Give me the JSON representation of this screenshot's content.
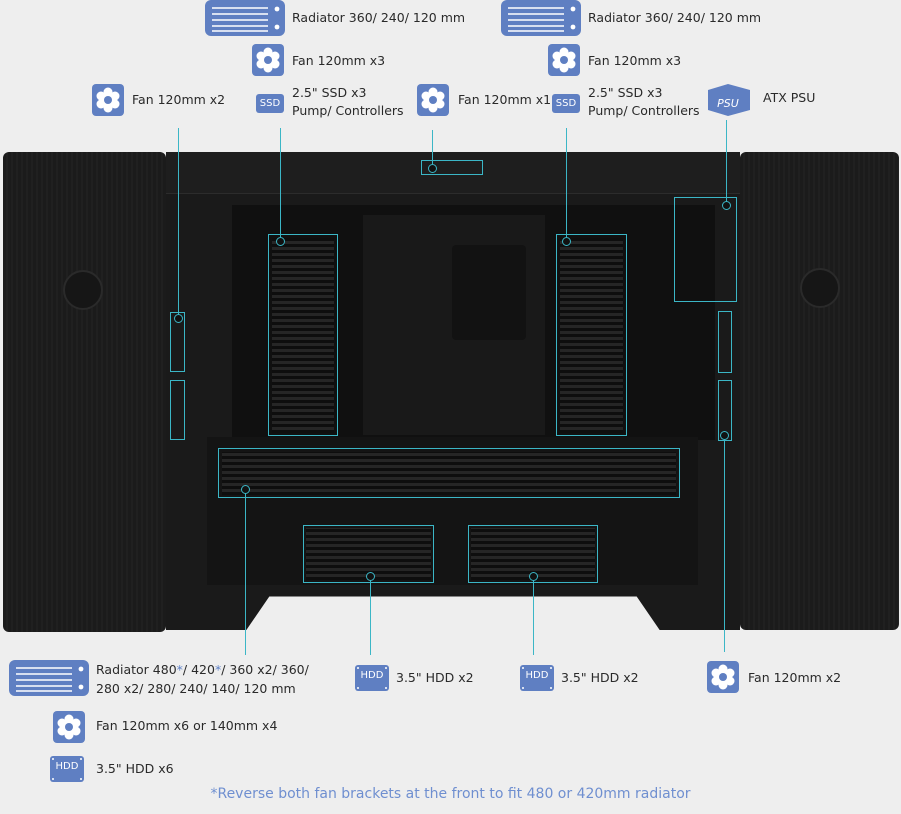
{
  "colors": {
    "icon": "#5f7fc2",
    "highlight": "#3bb6c6",
    "note": "#6f8fd0",
    "case": "#1b1b1b"
  },
  "top_left": {
    "radiator": "Radiator 360/ 240/ 120 mm",
    "fan": "Fan 120mm x3",
    "ssd_icon": "SSD",
    "ssd_line1": "2.5\" SSD x3",
    "ssd_line2": "Pump/ Controllers"
  },
  "top_right": {
    "radiator": "Radiator 360/ 240/ 120 mm",
    "fan": "Fan 120mm x3",
    "ssd_icon": "SSD",
    "ssd_line1": "2.5\" SSD x3",
    "ssd_line2": "Pump/ Controllers"
  },
  "left_fan": "Fan 120mm x2",
  "top_fan": "Fan 120mm x1",
  "psu": {
    "icon": "PSU",
    "label": "ATX PSU"
  },
  "bottom": {
    "radiator_parts": [
      "Radiator 480",
      "*",
      "/ 420",
      "*",
      "/ 360 x2/ 360/",
      "280 x2/ 280/ 240/ 140/ 120 mm"
    ],
    "fan": "Fan 120mm x6 or 140mm x4",
    "hdd_icon": "HDD",
    "hdd": "3.5\" HDD x6",
    "hdd_left": "3.5\" HDD x2",
    "hdd_right": "3.5\" HDD x2",
    "right_fan": "Fan 120mm x2"
  },
  "note": "*Reverse both fan brackets at the front to fit 480 or 420mm radiator"
}
